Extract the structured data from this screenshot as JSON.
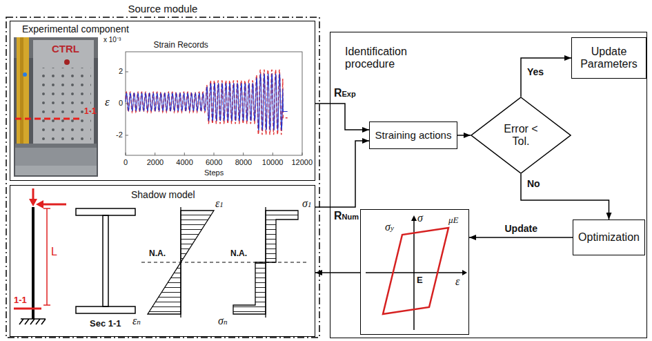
{
  "diagram": {
    "nodes": [
      {
        "text": [
          "Source module"
        ]
      },
      {
        "text": [
          "Experimental component"
        ],
        "in": 0
      },
      {
        "text": [
          "Shadow model"
        ],
        "in": 0
      },
      {
        "text": [
          "Identification procedure"
        ]
      },
      {
        "text": [
          "Update Parameters"
        ],
        "in": 3
      },
      {
        "text": [
          "Error < Tol."
        ],
        "in": 3
      },
      {
        "text": [
          "Straining actions"
        ],
        "in": 3
      },
      {
        "text": [
          "Optimization"
        ],
        "in": 3
      },
      {
        "text": [
          "σ",
          "σy",
          "μE",
          "E",
          "ε"
        ],
        "in": 3
      }
    ],
    "edges": [
      {
        "from": 1,
        "to": 6,
        "arrow": "to",
        "label": "RExp"
      },
      {
        "from": 2,
        "to": 6,
        "arrow": "to",
        "label": "RNum"
      },
      {
        "from": 6,
        "to": 5,
        "arrow": "to"
      },
      {
        "from": 5,
        "to": 4,
        "arrow": "to",
        "label": "Yes"
      },
      {
        "from": 5,
        "to": 7,
        "arrow": "to",
        "label": "No"
      },
      {
        "from": 7,
        "to": 8,
        "arrow": "to",
        "label": "Update"
      },
      {
        "from": 8,
        "to": 2,
        "arrow": "to"
      }
    ],
    "labels": [
      "CTRL",
      "1-1",
      "x 10⁻³",
      "Strain Records",
      "2",
      "0",
      "-2",
      "ε",
      "0",
      "2000",
      "4000",
      "6000",
      "8000",
      "10000",
      "12000",
      "Steps",
      "L",
      "1-1",
      "Sec 1-1",
      "ε1",
      "N.A.",
      "εn",
      "σ1",
      "N.A.",
      "σn"
    ]
  }
}
